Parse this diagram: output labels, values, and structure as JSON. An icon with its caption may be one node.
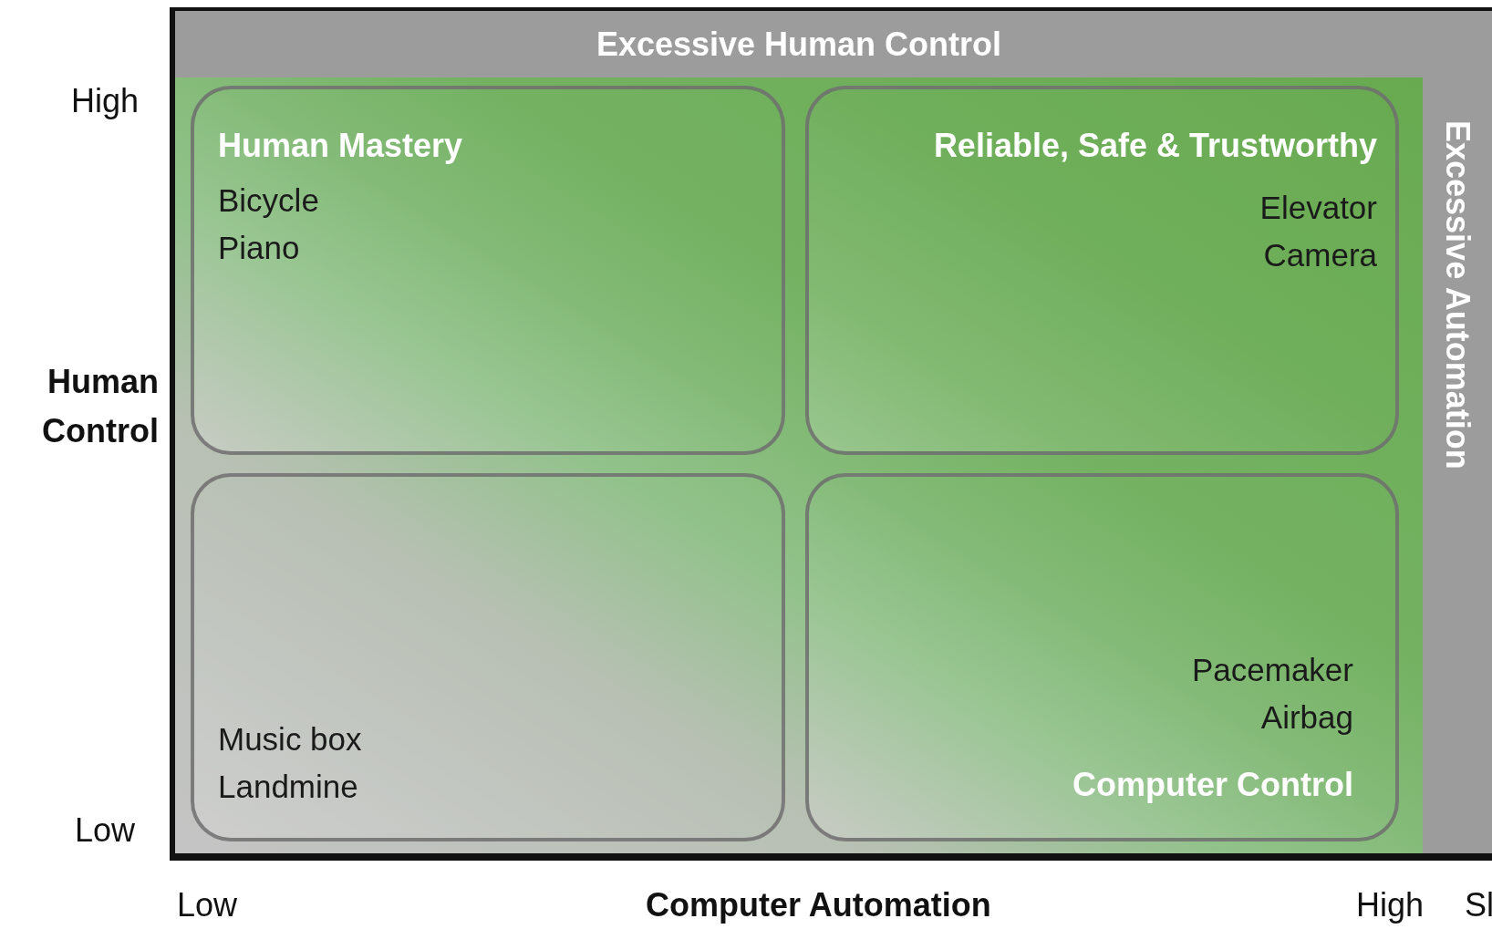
{
  "diagram": {
    "nodes": [
      {
        "text": [
          "Excessive Human Control"
        ]
      },
      {
        "text": [
          "Human Mastery",
          "Bicycle",
          "Piano"
        ]
      },
      {
        "text": [
          "Reliable, Safe & Trustworthy",
          "Elevator",
          "Camera"
        ]
      },
      {
        "text": [
          "Excessive Automation"
        ]
      },
      {
        "text": [
          "Music box",
          "Landmine"
        ]
      },
      {
        "text": [
          "Pacemaker",
          "Airbag",
          "Computer Control"
        ]
      }
    ],
    "edges": [],
    "labels": [
      "High",
      "Human Control",
      "Low",
      "Low",
      "Computer Automation",
      "High",
      "Sl"
    ]
  }
}
